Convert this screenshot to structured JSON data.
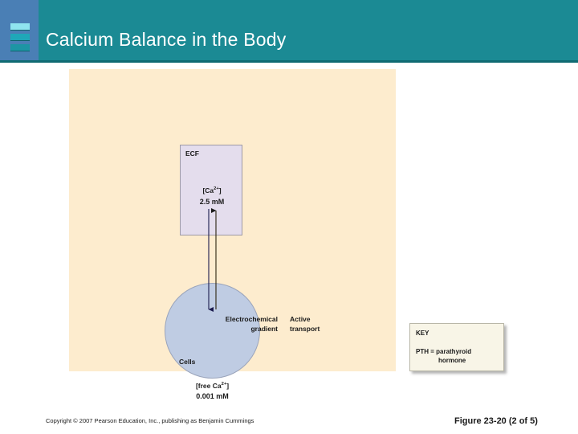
{
  "header": {
    "title": "Calcium Balance in the Body",
    "logo_icon": "stacked-bars-icon",
    "bar_color": "#1b8a94",
    "logo_panel_color": "#4a7fb5"
  },
  "diagram": {
    "background_color": "#fdecce",
    "ecf": {
      "label": "ECF",
      "concentration_label": "[Ca2+]",
      "concentration_value": "2.5 mM",
      "fill_color": "#e4dded"
    },
    "cell": {
      "label": "Cells",
      "concentration_label": "[free Ca2+]",
      "concentration_value": "0.001 mM",
      "fill_color": "#bfcce3"
    },
    "arrows": [
      {
        "name": "electrochemical-gradient-arrow",
        "label": "Electrochemical gradient",
        "direction": "down",
        "from": "ECF",
        "to": "Cells"
      },
      {
        "name": "active-transport-arrow",
        "label": "Active transport",
        "direction": "up",
        "from": "Cells",
        "to": "ECF"
      }
    ]
  },
  "key": {
    "title": "KEY",
    "definition_term": "PTH = parathyroid",
    "definition_cont": "hormone",
    "background_color": "#f8f5e7"
  },
  "footer": {
    "copyright": "Copyright © 2007 Pearson Education, Inc., publishing as Benjamin Cummings",
    "figure_caption": "Figure 23-20 (2 of 5)"
  }
}
